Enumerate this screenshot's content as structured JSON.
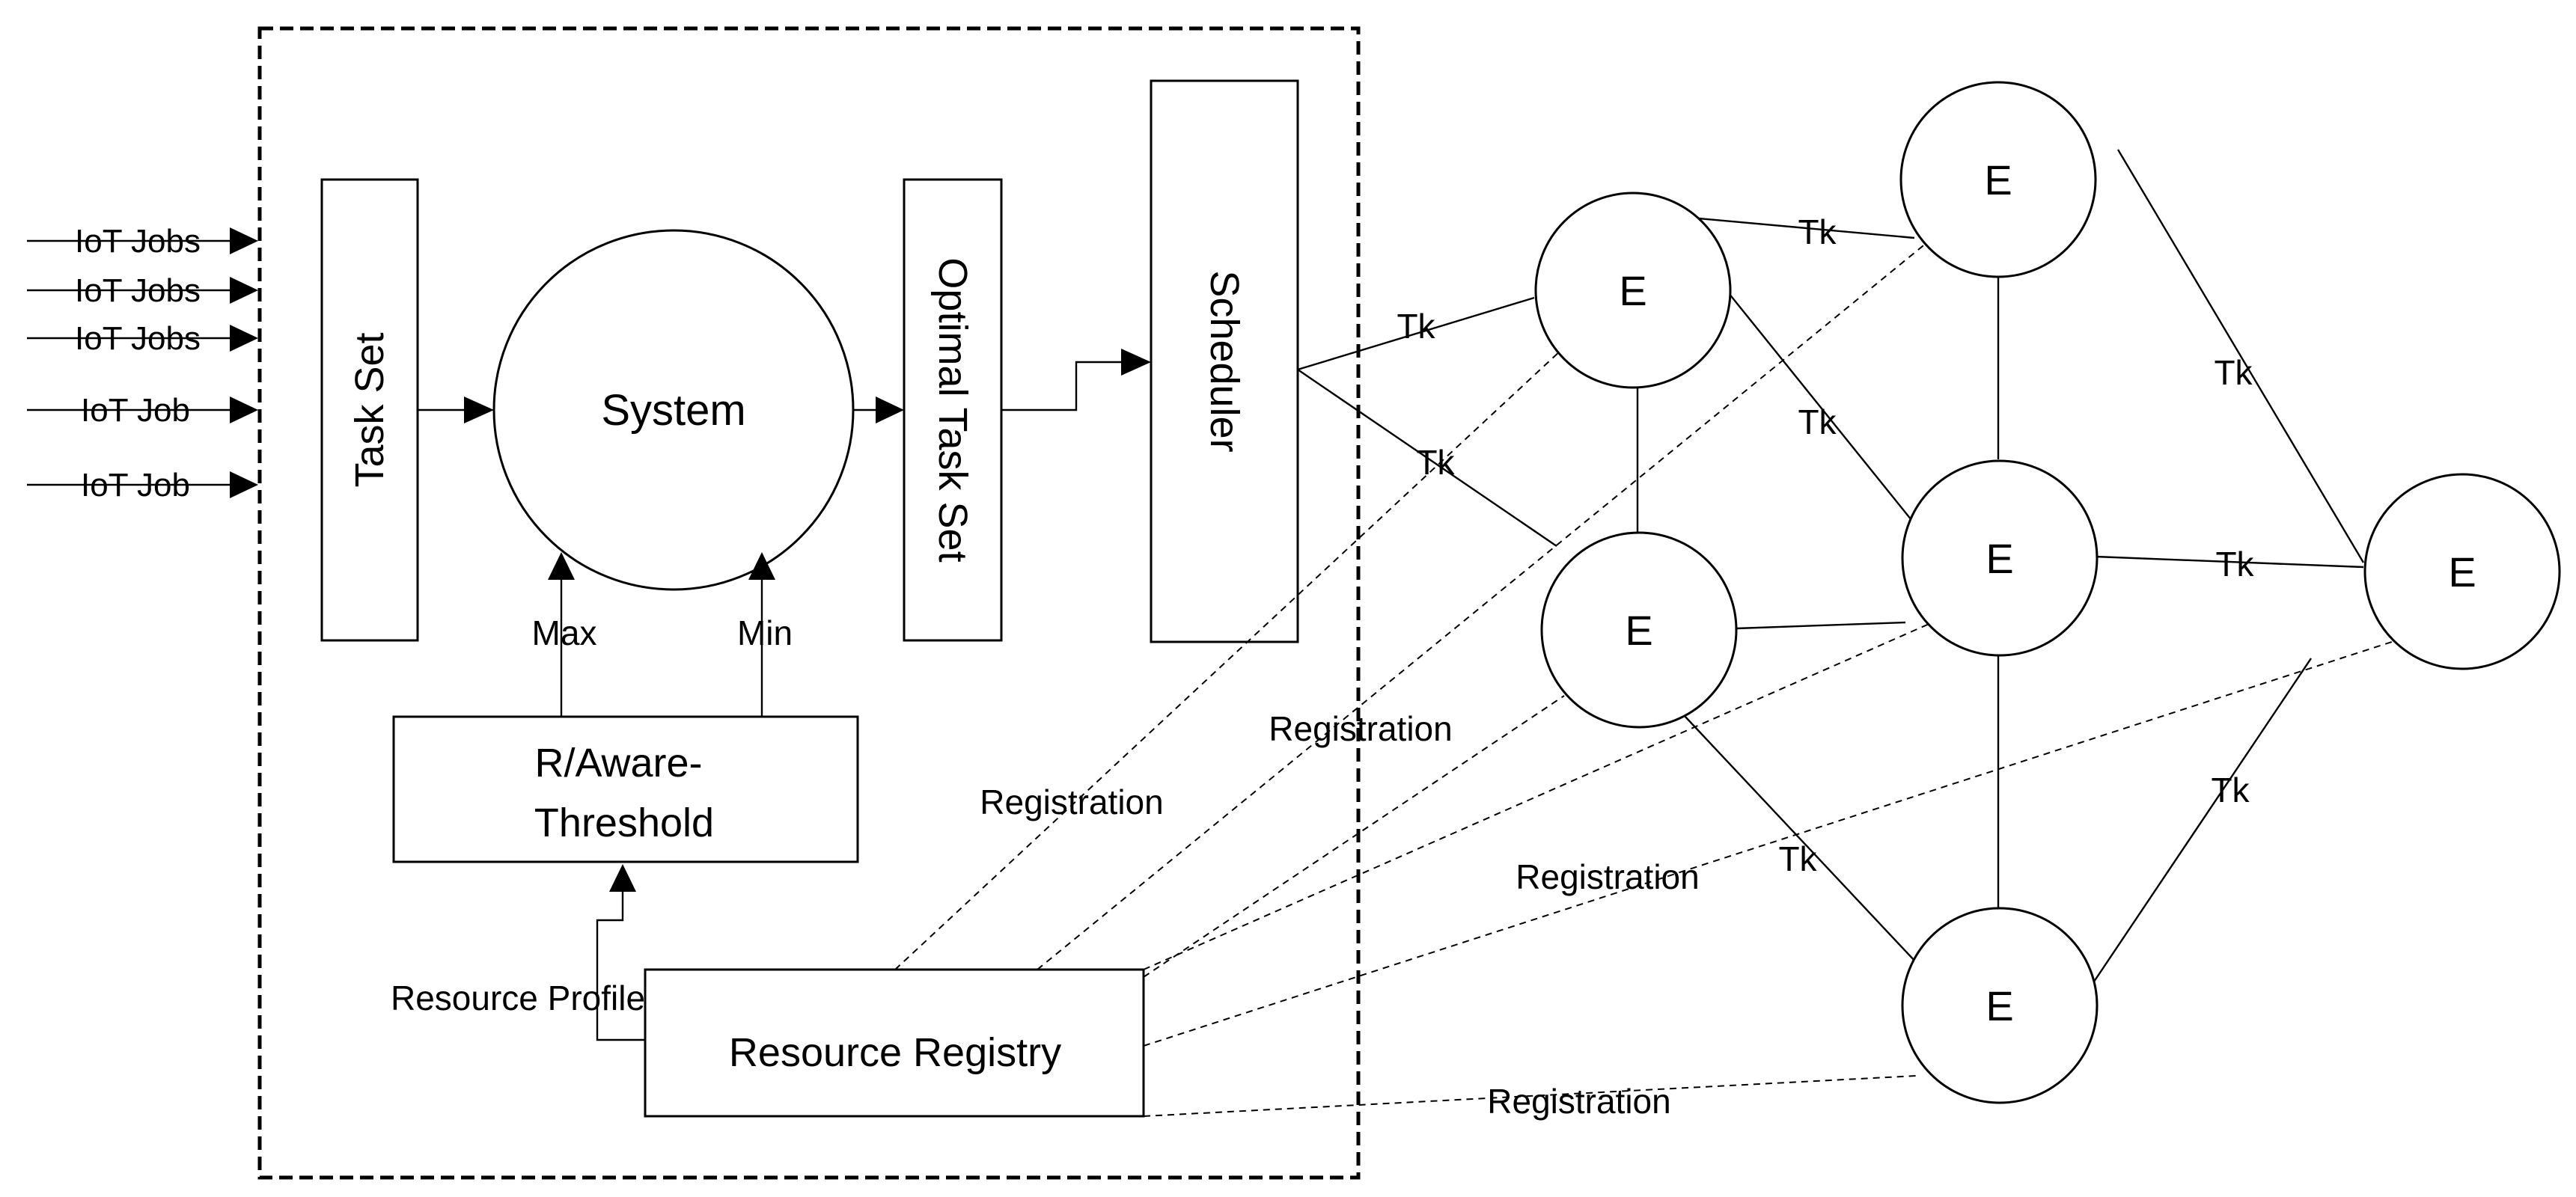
{
  "inputs": [
    "IoT Jobs",
    "IoT Jobs",
    "IoT Jobs",
    "IoT Job",
    "IoT Job"
  ],
  "task_set": "Task Set",
  "system": "System",
  "optimal_task_set": "Optimal Task Set",
  "scheduler": "Scheduler",
  "max_label": "Max",
  "min_label": "Min",
  "threshold": [
    "R/Aware-",
    "Threshold"
  ],
  "resource_profile": "Resource Profile",
  "resource_registry": "Resource Registry",
  "edge_node_label": "E",
  "task_label": "Tk",
  "registration_label": "Registration"
}
